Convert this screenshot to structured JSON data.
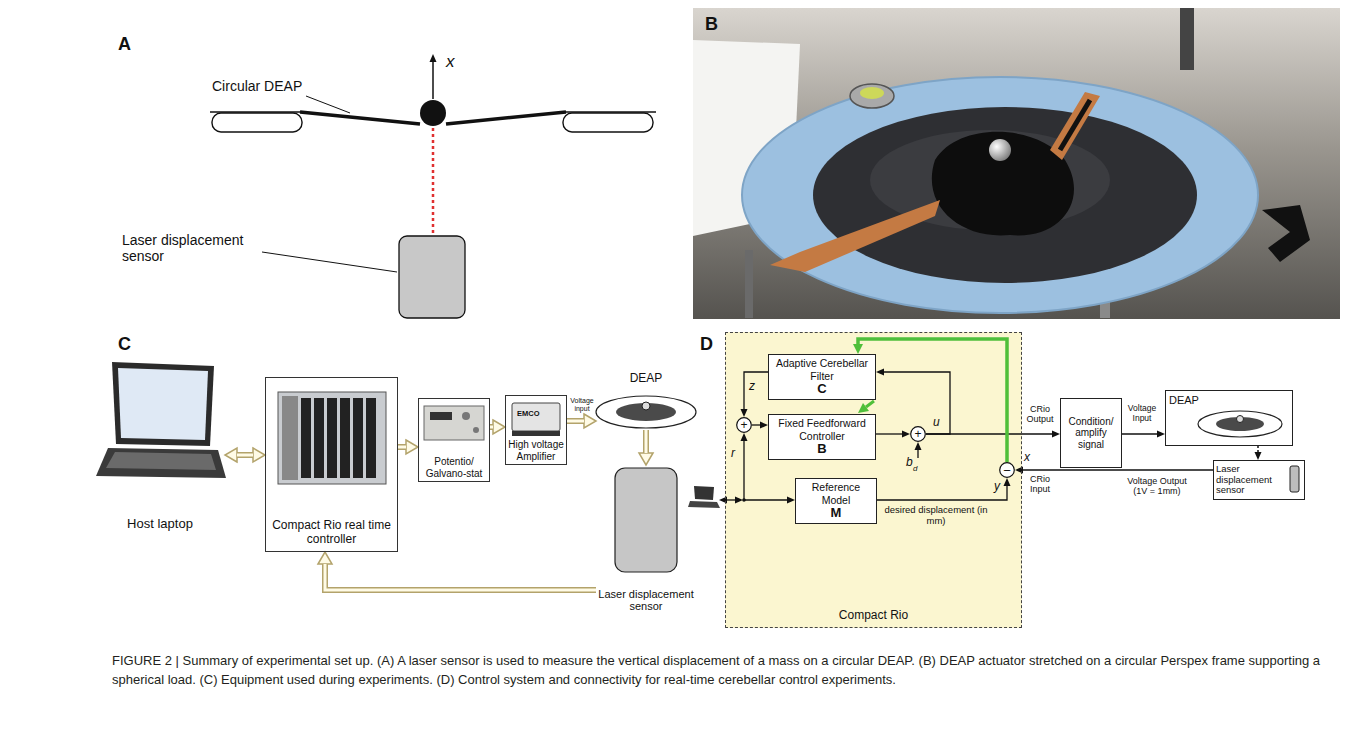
{
  "diagram": {
    "caption": "FIGURE 2 | Summary of experimental set up. (A) A laser sensor is used to measure the vertical displacement of a mass on a circular DEAP. (B) DEAP actuator stretched on a circular Perspex frame supporting a spherical load. (C) Equipment used during experiments. (D) Control system and connectivity for real-time cerebellar control experiments.",
    "nodes": [
      {
        "text": [
          "Host laptop"
        ]
      },
      {
        "text": [
          "Compact Rio real time controller"
        ]
      },
      {
        "text": [
          "Potentio/ Galvano-stat"
        ]
      },
      {
        "text": [
          "High voltage Amplifier"
        ]
      },
      {
        "text": [
          "DEAP"
        ]
      },
      {
        "text": [
          "Laser displacement sensor"
        ]
      },
      {
        "text": [
          "Compact Rio"
        ]
      },
      {
        "text": [
          "Adaptive Cerebellar Filter",
          "C"
        ],
        "in": 6
      },
      {
        "text": [
          "Fixed Feedforward Controller",
          "B"
        ],
        "in": 6
      },
      {
        "text": [
          "+"
        ],
        "in": 6
      },
      {
        "text": [
          "+"
        ],
        "in": 6
      },
      {
        "text": [
          "Reference Model",
          "M"
        ],
        "in": 6
      },
      {
        "text": [
          "−"
        ],
        "in": 6
      },
      {
        "text": [
          "Condition/ amplify signal"
        ]
      },
      {
        "text": [
          "DEAP"
        ]
      },
      {
        "text": [
          "Laser displacement sensor"
        ]
      }
    ],
    "edges": [
      {
        "from": 0,
        "to": 1,
        "arrow": "both"
      },
      {
        "from": 1,
        "to": 2,
        "arrow": "to"
      },
      {
        "from": 2,
        "to": 3,
        "arrow": "to"
      },
      {
        "from": 3,
        "to": 4,
        "arrow": "to",
        "label": "Voltage input"
      },
      {
        "from": 4,
        "to": 5,
        "arrow": "to"
      },
      {
        "from": 5,
        "to": 1,
        "arrow": "to"
      },
      {
        "from": 7,
        "to": 9,
        "arrow": "to"
      },
      {
        "from": 9,
        "to": 8,
        "arrow": "to"
      },
      {
        "from": 8,
        "to": 10,
        "arrow": "to"
      },
      {
        "from": 10,
        "to": 13,
        "arrow": "to"
      },
      {
        "from": 10,
        "to": 7,
        "arrow": "to"
      },
      {
        "from": 11,
        "to": 12,
        "arrow": "to"
      },
      {
        "from": 15,
        "to": 12,
        "arrow": "to",
        "label": "Voltage Output (1V = 1mm)"
      },
      {
        "from": 12,
        "to": 7,
        "arrow": "to"
      },
      {
        "from": 13,
        "to": 14,
        "arrow": "to",
        "label": "Voltage Input"
      },
      {
        "from": 14,
        "to": 15,
        "arrow": "to"
      }
    ],
    "labels": [
      "A",
      "x",
      "Circular DEAP",
      "Laser displacement sensor",
      "B",
      "C",
      "EMCO",
      "D",
      "z",
      "r",
      "u",
      "b",
      "d",
      "CRio Output",
      "desired displacement (in mm)",
      "y",
      "x",
      "CRio Input"
    ]
  }
}
